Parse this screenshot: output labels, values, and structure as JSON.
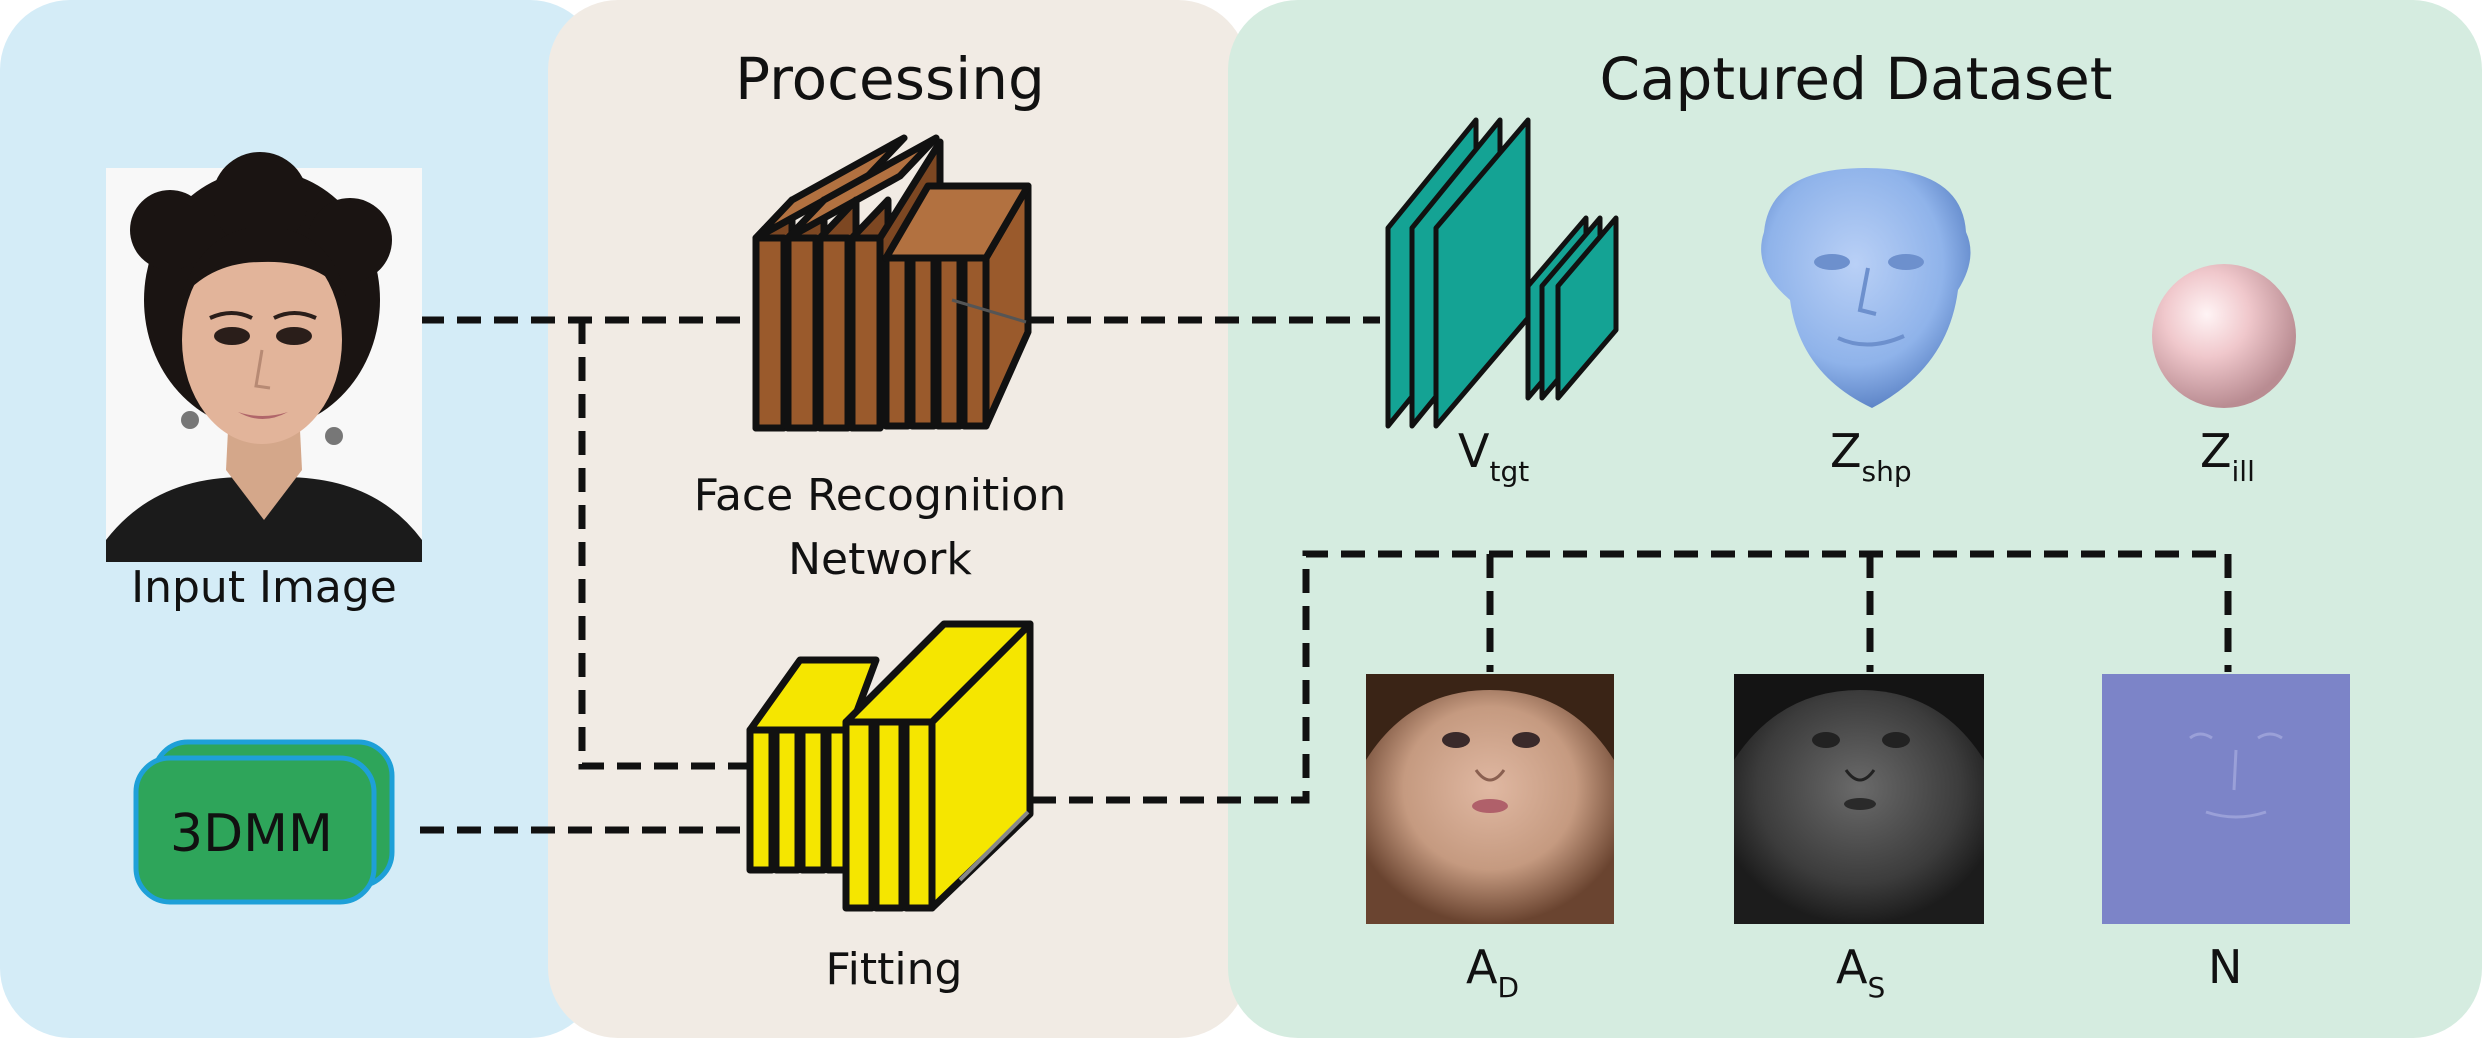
{
  "panels": {
    "processing_title": "Processing",
    "dataset_title": "Captured Dataset"
  },
  "input": {
    "caption": "Input Image"
  },
  "model": {
    "label": "3DMM"
  },
  "processing": {
    "recognition_line1": "Face Recognition",
    "recognition_line2": "Network",
    "fitting": "Fitting"
  },
  "outputs": {
    "v_main": "V",
    "v_sub": "tgt",
    "zshp_main": "Z",
    "zshp_sub": "shp",
    "zill_main": "Z",
    "zill_sub": "ill",
    "ad_main": "A",
    "ad_sub": "D",
    "as_main": "A",
    "as_sub": "S",
    "n_main": "N"
  },
  "colors": {
    "input_panel": "#d4ecf7",
    "processing_panel": "#f1ebe4",
    "dataset_panel": "#d5ece0",
    "recognition_net": "#9a5a2c",
    "fitting_net": "#f5e600",
    "vtgt_net": "#14a394",
    "shape_mesh": "#8fb3ea",
    "illumination_sphere": "#f0c8cc",
    "normals": "#7c84c8",
    "model_box": "#2ea55a"
  }
}
